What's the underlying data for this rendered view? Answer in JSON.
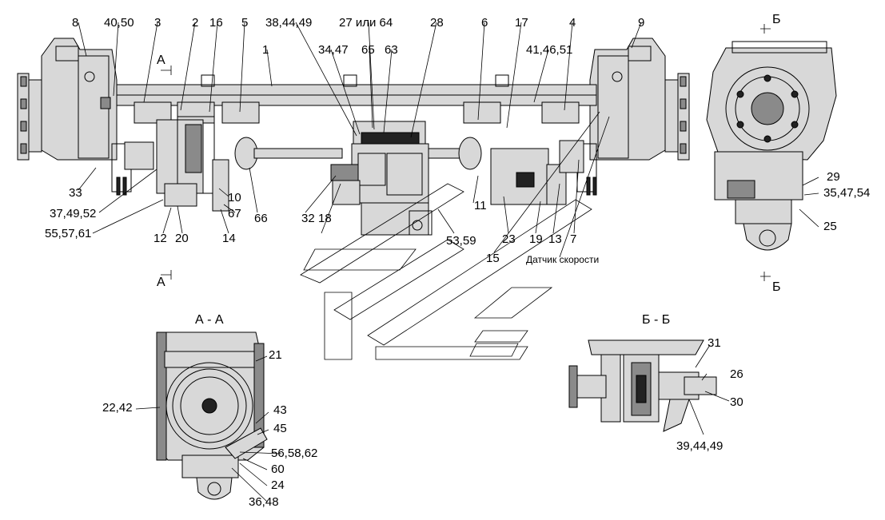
{
  "labels": {
    "l8": "8",
    "l40_50": "40,50",
    "l3": "3",
    "l2": "2",
    "l16": "16",
    "l5": "5",
    "l38_44_49": "38,44,49",
    "l27_64": "27 или 64",
    "l28": "28",
    "l6": "6",
    "l17": "17",
    "l4": "4",
    "l9": "9",
    "l1": "1",
    "l34_47": "34,47",
    "l65": "65",
    "l63": "63",
    "l41_46_51": "41,46,51",
    "l33": "33",
    "l37_49_52": "37,49,52",
    "l55_57_61": "55,57,61",
    "l12": "12",
    "l20": "20",
    "l14": "14",
    "l10": "10",
    "l67": "67",
    "l66": "66",
    "l32": "32",
    "l18": "18",
    "l53_59": "53,59",
    "l23": "23",
    "l11": "11",
    "l19": "19",
    "l13": "13",
    "l7": "7",
    "l15": "15",
    "speed_sensor": "Датчик скорости",
    "l29": "29",
    "l35_47_54": "35,47,54",
    "l25": "25",
    "l21": "21",
    "l22_42": "22,42",
    "l43": "43",
    "l45": "45",
    "l56_58_62": "56,58,62",
    "l60": "60",
    "l24": "24",
    "l36_48": "36,48",
    "l31": "31",
    "l26": "26",
    "l30": "30",
    "l39_44_49": "39,44,49"
  },
  "sections": {
    "a_top": "А",
    "a_bottom": "А",
    "b_top": "Б",
    "b_bottom": "Б",
    "aa_title": "А - А",
    "bb_title": "Б - Б"
  }
}
